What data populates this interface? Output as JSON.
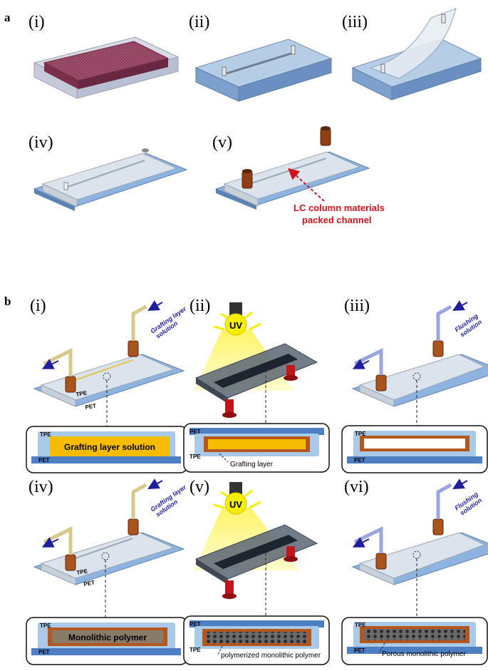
{
  "panel_a": {
    "letter": "a",
    "steps": [
      "(i)",
      "(ii)",
      "(iii)",
      "(iv)",
      "(v)"
    ],
    "annotation_line1": "LC column materials",
    "annotation_line2": "packed channel"
  },
  "panel_b": {
    "letter": "b",
    "top_steps": [
      "(i)",
      "(ii)",
      "(iii)"
    ],
    "bottom_steps": [
      "(iv)",
      "(v)",
      "(vi)"
    ],
    "uv_label": "UV",
    "grafting_arrow_line1": "Grafting layer",
    "grafting_arrow_line2": "solution",
    "flushing_arrow_line1": "Flushing",
    "flushing_arrow_line2": "solution",
    "tpe": "TPE",
    "pet": "PET",
    "insets": {
      "i": "Grafting layer solution",
      "ii": "Grafting layer",
      "iv": "Monolithic polymer",
      "v": "polymerized monolithic polymer",
      "vi": "Porous monolithic polymer"
    }
  },
  "colors": {
    "arrow_blue": "#1f1f9a",
    "annotation_red": "#d0121b",
    "inset_yellow": "#f6bd00",
    "inset_brown": "#b5561c",
    "tpe_light_blue": "#a9c9e8",
    "pet_blue": "#4f7fc3",
    "uv_yellow": "#f5ee00"
  }
}
